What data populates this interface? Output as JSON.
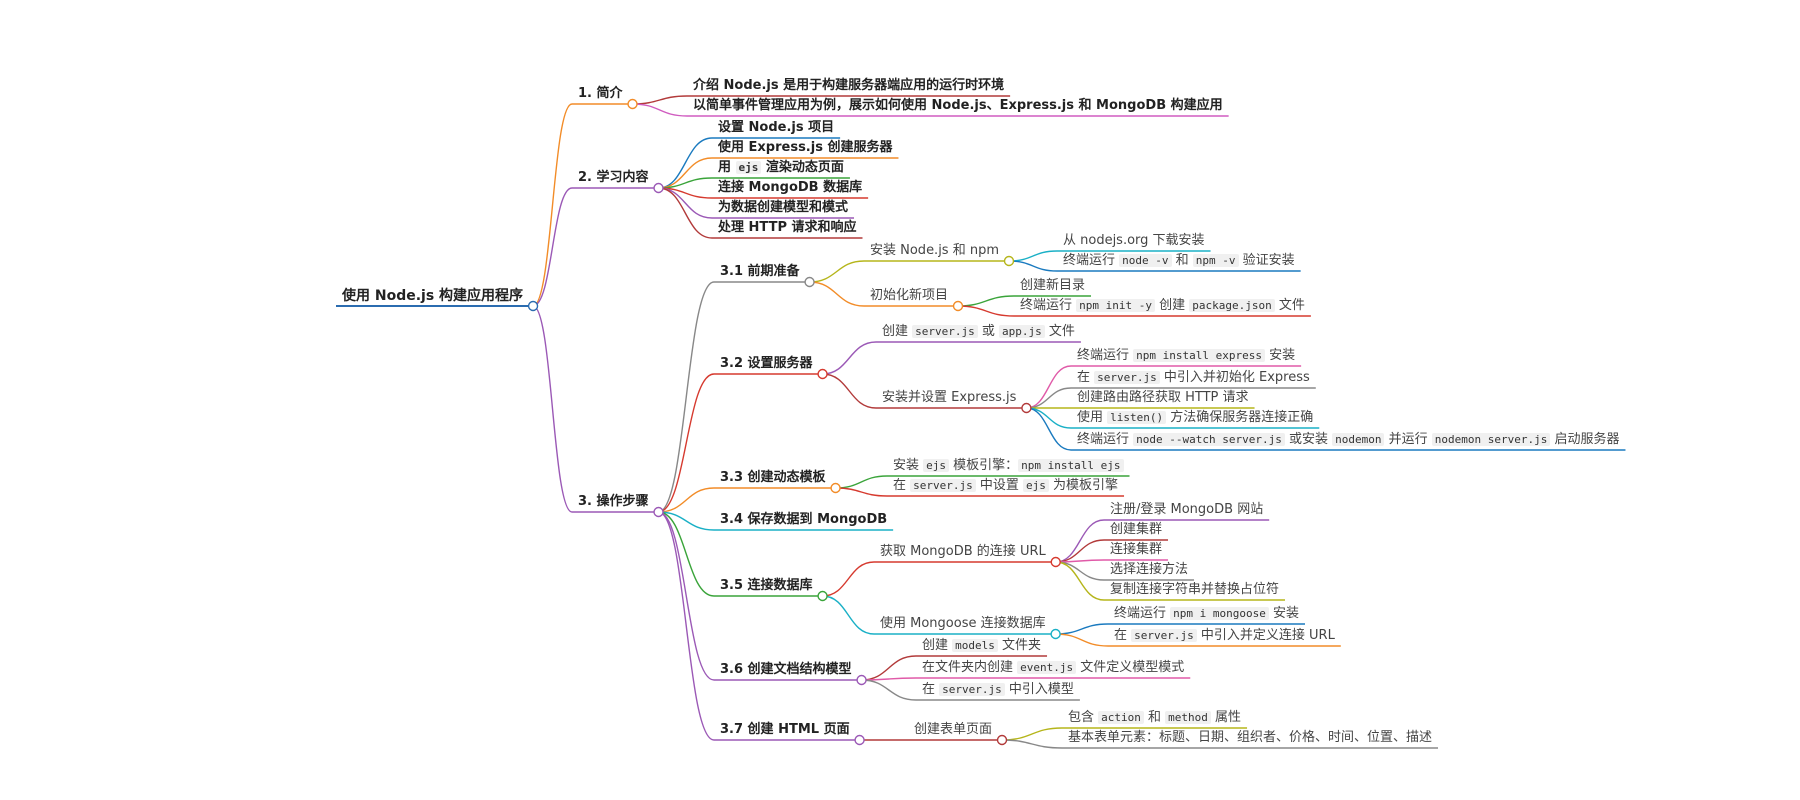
{
  "colors": {
    "orange": "#f28c28",
    "purple": "#9b59b6",
    "blue": "#1a7abf",
    "green": "#3aa43a",
    "red": "#d63a2f",
    "pink": "#e05aa8",
    "olive": "#b5b51a",
    "teal": "#1ab0c6",
    "grey": "#888888",
    "darkred": "#b23a3a",
    "magenta": "#d05cc0",
    "root": "#2b6cb0"
  },
  "root": {
    "label": "使用 Node.js 构建应用程序",
    "children": [
      {
        "label": "1. 简介",
        "color": "orange",
        "children": [
          {
            "label": "介绍 Node.js 是用于构建服务器端应用的运行时环境",
            "color": "darkred"
          },
          {
            "label": "以简单事件管理应用为例，展示如何使用 Node.js、Express.js 和 MongoDB 构建应用",
            "color": "magenta"
          }
        ]
      },
      {
        "label": "2. 学习内容",
        "color": "purple",
        "children": [
          {
            "label": "设置 Node.js 项目",
            "color": "blue"
          },
          {
            "label": "使用 Express.js 创建服务器",
            "color": "orange"
          },
          {
            "label": "用 `ejs` 渲染动态页面",
            "color": "green"
          },
          {
            "label": "连接 MongoDB 数据库",
            "color": "red"
          },
          {
            "label": "为数据创建模型和模式",
            "color": "purple"
          },
          {
            "label": "处理 HTTP 请求和响应",
            "color": "darkred"
          }
        ]
      },
      {
        "label": "3. 操作步骤",
        "color": "purple",
        "children": [
          {
            "label": "3.1 前期准备",
            "color": "grey",
            "children": [
              {
                "label": "安装 Node.js 和 npm",
                "color": "olive",
                "children": [
                  {
                    "label": "从 nodejs.org 下载安装",
                    "color": "teal"
                  },
                  {
                    "label": "终端运行 `node -v` 和 `npm -v` 验证安装",
                    "color": "blue"
                  }
                ]
              },
              {
                "label": "初始化新项目",
                "color": "orange",
                "children": [
                  {
                    "label": "创建新目录",
                    "color": "green"
                  },
                  {
                    "label": "终端运行 `npm init -y` 创建 `package.json` 文件",
                    "color": "red"
                  }
                ]
              }
            ]
          },
          {
            "label": "3.2 设置服务器",
            "color": "red",
            "children": [
              {
                "label": "创建 `server.js` 或 `app.js` 文件",
                "color": "purple"
              },
              {
                "label": "安装并设置 Express.js",
                "color": "darkred",
                "children": [
                  {
                    "label": "终端运行 `npm install express` 安装",
                    "color": "pink"
                  },
                  {
                    "label": "在 `server.js` 中引入并初始化 Express",
                    "color": "grey"
                  },
                  {
                    "label": "创建路由路径获取 HTTP 请求",
                    "color": "olive"
                  },
                  {
                    "label": "使用 `listen()` 方法确保服务器连接正确",
                    "color": "teal"
                  },
                  {
                    "label": "终端运行 `node --watch server.js` 或安装 `nodemon` 并运行 `nodemon server.js` 启动服务器",
                    "color": "blue"
                  }
                ]
              }
            ]
          },
          {
            "label": "3.3 创建动态模板",
            "color": "orange",
            "children": [
              {
                "label": "安装 `ejs` 模板引擎：`npm install ejs`",
                "color": "green"
              },
              {
                "label": "在 `server.js` 中设置 `ejs` 为模板引擎",
                "color": "red"
              }
            ]
          },
          {
            "label": "3.4 保存数据到 MongoDB",
            "color": "teal"
          },
          {
            "label": "3.5 连接数据库",
            "color": "green",
            "children": [
              {
                "label": "获取 MongoDB 的连接 URL",
                "color": "red",
                "children": [
                  {
                    "label": "注册/登录 MongoDB 网站",
                    "color": "purple"
                  },
                  {
                    "label": "创建集群",
                    "color": "darkred"
                  },
                  {
                    "label": "连接集群",
                    "color": "pink"
                  },
                  {
                    "label": "选择连接方法",
                    "color": "grey"
                  },
                  {
                    "label": "复制连接字符串并替换占位符",
                    "color": "olive"
                  }
                ]
              },
              {
                "label": "使用 Mongoose 连接数据库",
                "color": "teal",
                "children": [
                  {
                    "label": "终端运行 `npm i mongoose` 安装",
                    "color": "blue"
                  },
                  {
                    "label": "在 `server.js` 中引入并定义连接 URL",
                    "color": "orange"
                  }
                ]
              }
            ]
          },
          {
            "label": "3.6 创建文档结构模型",
            "color": "purple",
            "children": [
              {
                "label": "创建 `models` 文件夹",
                "color": "darkred"
              },
              {
                "label": "在文件夹内创建 `event.js` 文件定义模型模式",
                "color": "pink"
              },
              {
                "label": "在 `server.js` 中引入模型",
                "color": "grey"
              }
            ]
          },
          {
            "label": "3.7 创建 HTML 页面",
            "color": "purple",
            "children": [
              {
                "label": "创建表单页面",
                "color": "darkred",
                "children": [
                  {
                    "label": "包含 `action` 和 `method` 属性",
                    "color": "olive"
                  },
                  {
                    "label": "基本表单元素：标题、日期、组织者、价格、时间、位置、描述",
                    "color": "grey"
                  }
                ]
              }
            ]
          }
        ]
      }
    ]
  }
}
